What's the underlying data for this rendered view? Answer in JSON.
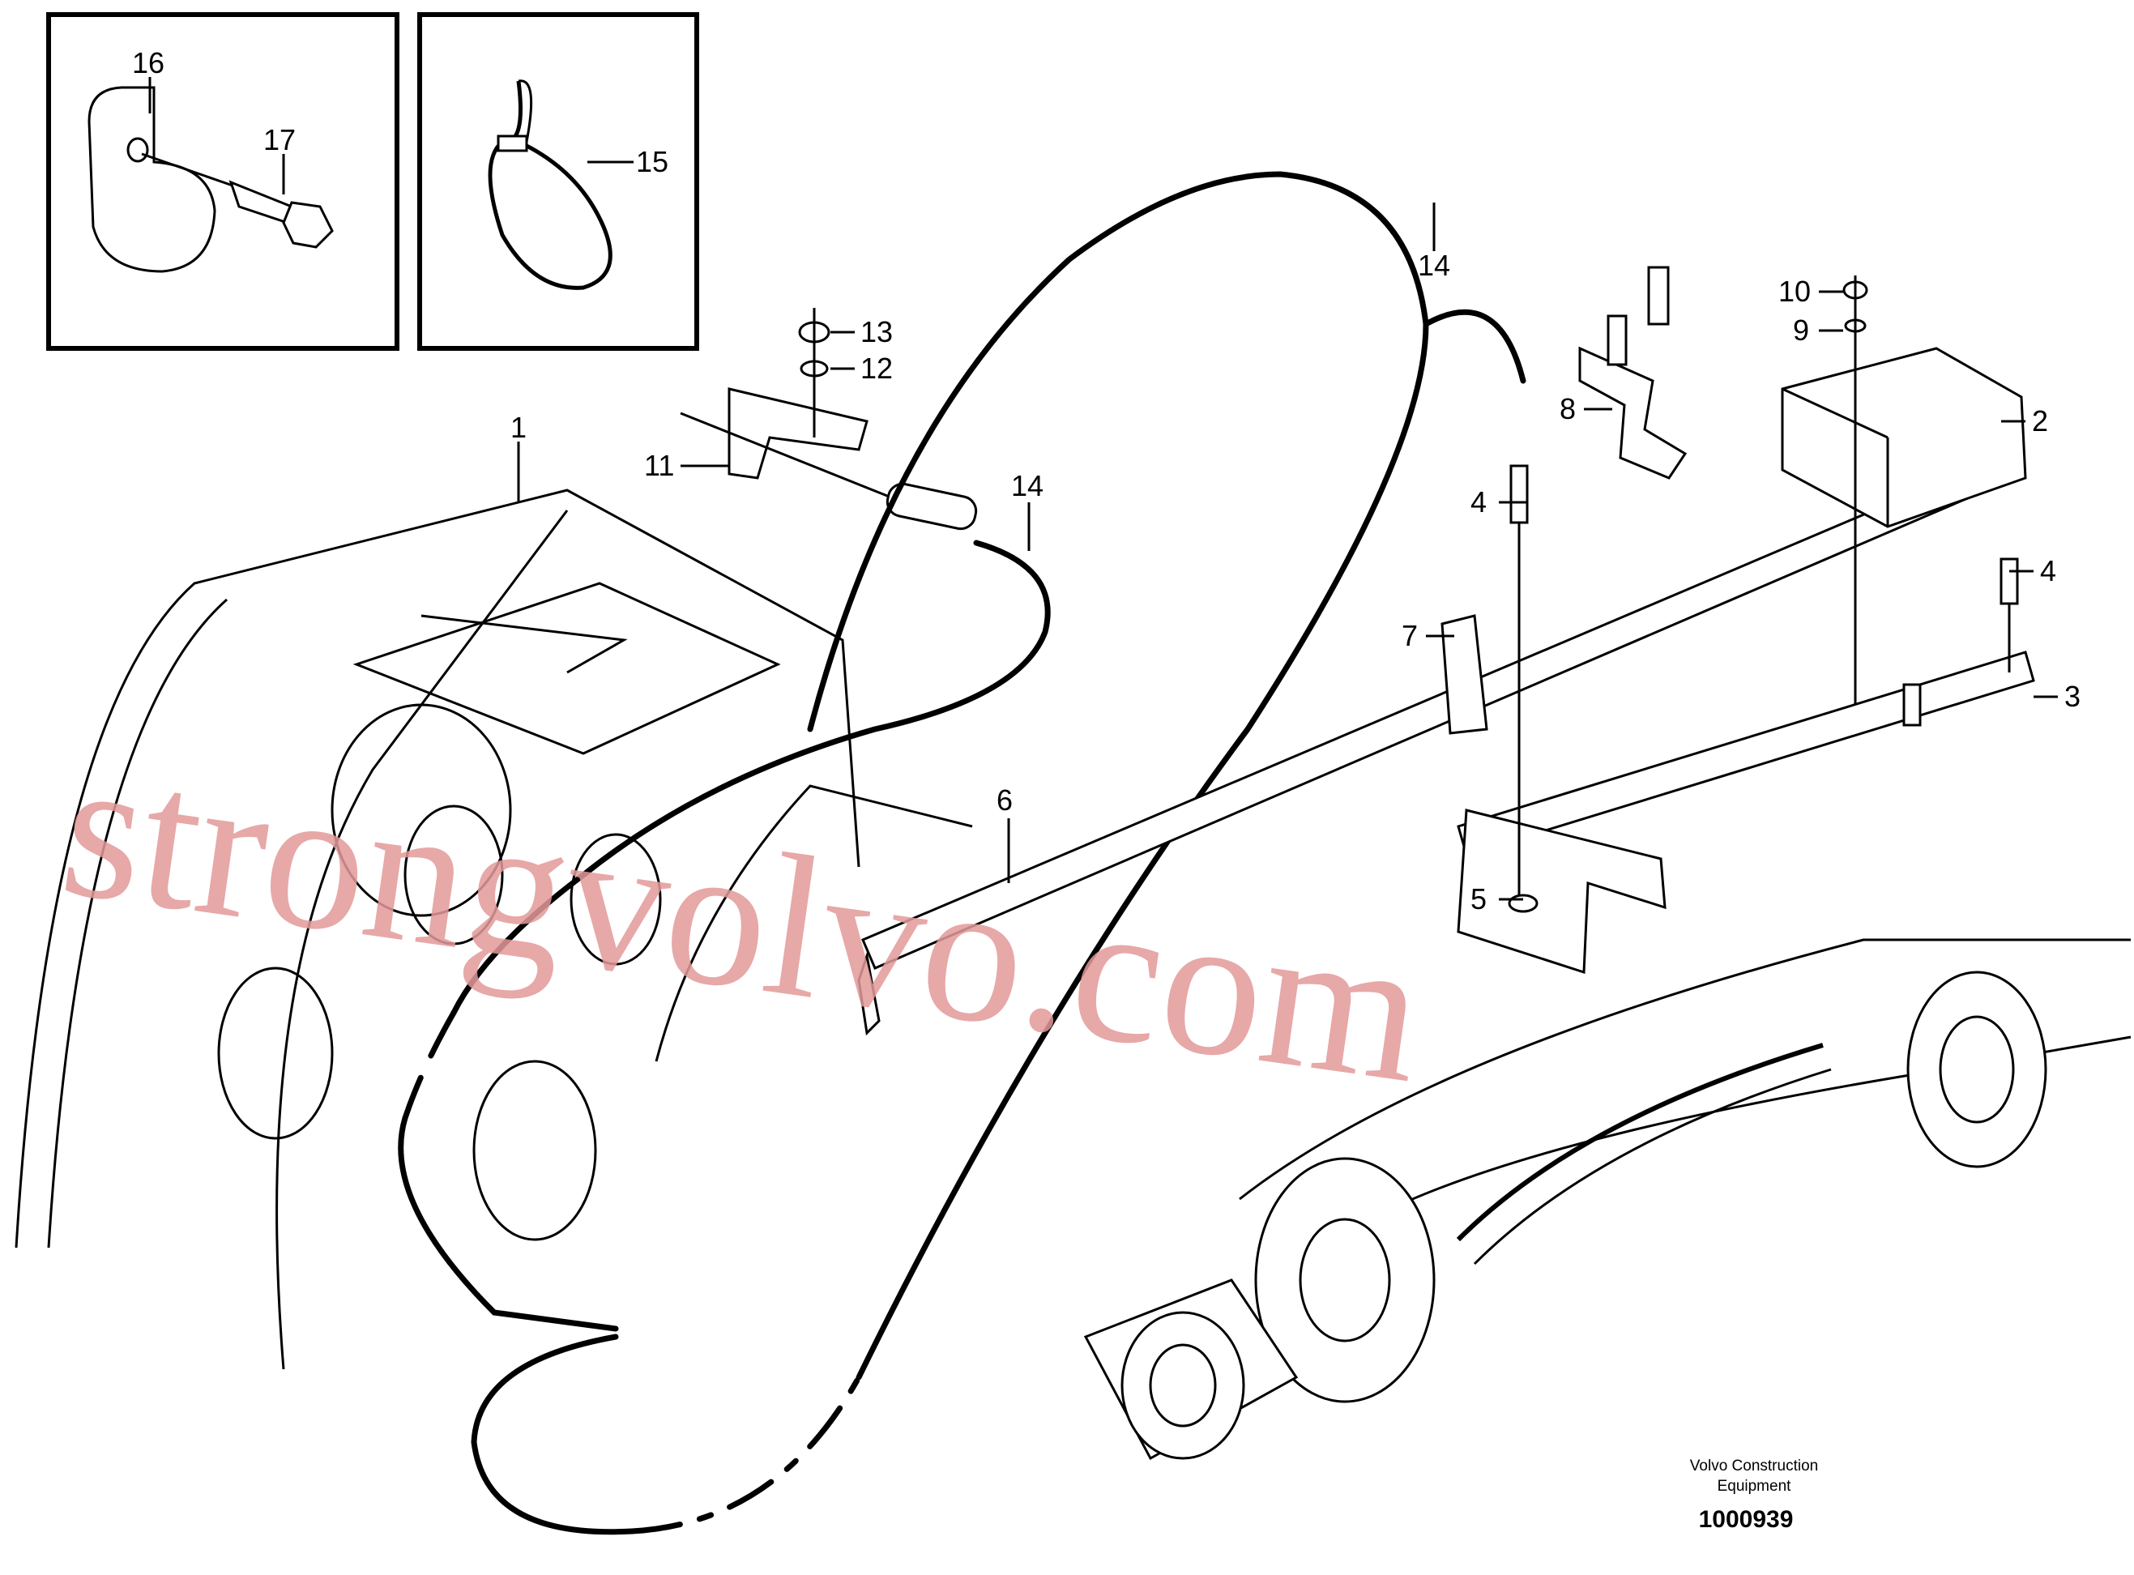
{
  "callouts": [
    {
      "id": "c1",
      "label": "1"
    },
    {
      "id": "c2",
      "label": "2"
    },
    {
      "id": "c3",
      "label": "3"
    },
    {
      "id": "c4a",
      "label": "4"
    },
    {
      "id": "c4b",
      "label": "4"
    },
    {
      "id": "c5",
      "label": "5"
    },
    {
      "id": "c6",
      "label": "6"
    },
    {
      "id": "c7",
      "label": "7"
    },
    {
      "id": "c8",
      "label": "8"
    },
    {
      "id": "c9",
      "label": "9"
    },
    {
      "id": "c10",
      "label": "10"
    },
    {
      "id": "c11",
      "label": "11"
    },
    {
      "id": "c12",
      "label": "12"
    },
    {
      "id": "c13",
      "label": "13"
    },
    {
      "id": "c14a",
      "label": "14"
    },
    {
      "id": "c14b",
      "label": "14"
    },
    {
      "id": "c15",
      "label": "15"
    },
    {
      "id": "c16",
      "label": "16"
    },
    {
      "id": "c17",
      "label": "17"
    }
  ],
  "credit": {
    "line1": "Volvo Construction",
    "line2": "Equipment"
  },
  "document_number": "1000939",
  "watermark": "strongvolvo.com"
}
